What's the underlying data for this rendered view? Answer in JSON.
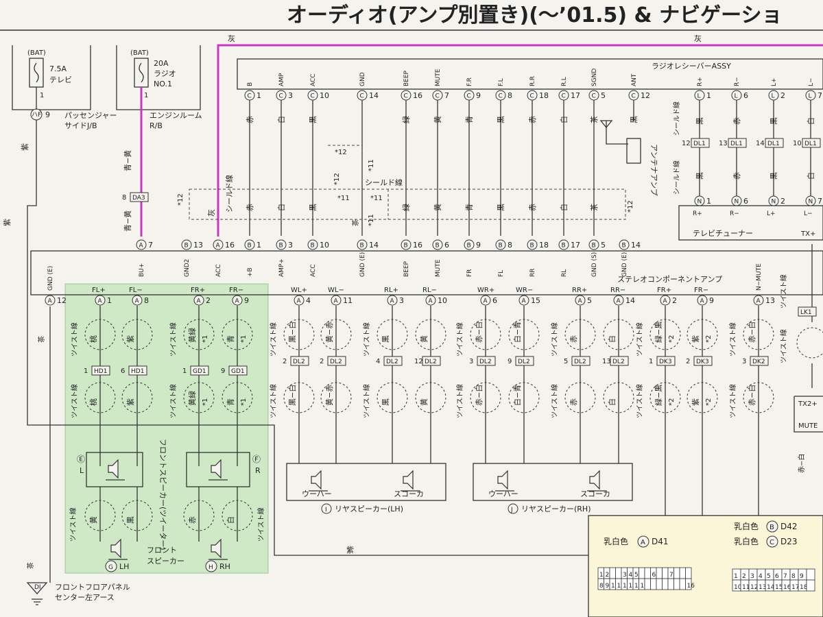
{
  "title": "オーディオ(アンプ別置き)(〜’01.5) & ナビゲーショ",
  "wire_colors": {
    "gray": "灰",
    "purple": "紫",
    "blue_yellow": "青−黄",
    "brown": "茶"
  },
  "accent": {
    "magenta_wire": "#c838c0",
    "highlight_area": "#cfe8c6",
    "inset_bg": "#fbf6d8"
  },
  "fuses": {
    "bat_label": "(BAT)",
    "tv_fuse": "7.5A",
    "tv_name": "テレビ",
    "radio_fuse": "20A",
    "radio_name": "ラジオ",
    "radio_no": "NO.1"
  },
  "labels": {
    "passenger_jb_1": "パッセンジャー",
    "passenger_jb_2": "サイドJ/B",
    "engine_rb_1": "エンジンルーム",
    "engine_rb_2": "R/B",
    "receiver": "ラジオレシーバーASSY",
    "shield": "シールド線",
    "antenna_amp": "アンテナアンプ",
    "tv_tuner": "テレビチューナー",
    "amp": "ステレオコンポーネントアンプ",
    "twist": "ツイスト線",
    "front_tweeter": "フロントスピーカー(ツイーター)",
    "front_speaker_1": "フロント",
    "front_speaker_2": "スピーカー",
    "lh": "LH",
    "rh": "RH",
    "l_short": "L",
    "r_short": "R",
    "woofer": "ウーハー",
    "squawker": "スコーカ",
    "rear_lh": "リヤスピーカー(LH)",
    "rear_rh": "リヤスピーカー(RH)",
    "ground_1": "フロントフロアパネル",
    "ground_2": "センター左アース"
  },
  "receiver_terminals": [
    "B",
    "AMP",
    "ACC",
    "GND",
    "BEEP",
    "MUTE",
    "F.R",
    "F.L",
    "R.R",
    "R.L",
    "SGND",
    "ANT"
  ],
  "receiver_pins": [
    "1",
    "3",
    "10",
    "14",
    "16",
    "7",
    "9",
    "8",
    "18",
    "17",
    "5",
    "12"
  ],
  "receiver_colors": [
    "赤",
    "白",
    "黒",
    "",
    "緑",
    "黄",
    "青",
    "黒",
    "赤",
    "白",
    "茶",
    "黒"
  ],
  "receiver_right_terminals": [
    "R+",
    "R−",
    "L+",
    "L−"
  ],
  "receiver_right_pins": [
    "1",
    "6",
    "2",
    "7"
  ],
  "amp_top_terminals": [
    "BU+",
    "GND2",
    "ACC",
    "+B",
    "AMP+",
    "ACC",
    "GND (E)",
    "BEEP",
    "MUTE",
    "FR",
    "FL",
    "RR",
    "RL",
    "GND (S)",
    "GND (E)"
  ],
  "amp_top_pins": [
    "A7",
    "B13",
    "A16",
    "B1",
    "B3",
    "B10",
    "B14",
    "B16",
    "B6",
    "B9",
    "B8",
    "B18",
    "B17",
    "B5",
    "B14"
  ],
  "amp_bottom_terminals": [
    "GND (E)",
    "FL+",
    "FL−",
    "FR+",
    "FR−",
    "WL+",
    "WL−",
    "RL+",
    "RL−",
    "WR+",
    "WR−",
    "RR+",
    "RR−",
    "FR+",
    "FR−",
    "N−MUTE"
  ],
  "amp_bottom_pins": [
    "A12",
    "A1",
    "A8",
    "A2",
    "A9",
    "A4",
    "A11",
    "A3",
    "A10",
    "A6",
    "A15",
    "A5",
    "A14",
    "A2",
    "A9",
    "A13"
  ],
  "connector_ids": {
    "passenger": "ハF",
    "dl1": "DL1",
    "dl2": "DL2",
    "hd1": "HD1",
    "gd1": "GD1",
    "dk3": "DK3",
    "dk2": "DK2",
    "da3": "DA3",
    "lk1": "LK1"
  },
  "markers": {
    "star1": "*1",
    "star2": "*2",
    "star11": "*11",
    "star12": "*12"
  },
  "inset": {
    "a_label": "乳白色",
    "a_letter": "A",
    "a_code": "D41",
    "b_label": "乳白色",
    "b_letter": "B",
    "b_code": "D42",
    "c_label": "乳白色",
    "c_letter": "C",
    "c_code": "D23"
  },
  "right_edge": {
    "tx_plus": "TX+",
    "tx2": "TX2+",
    "mute": "MUTE",
    "red_white": "赤−白"
  }
}
